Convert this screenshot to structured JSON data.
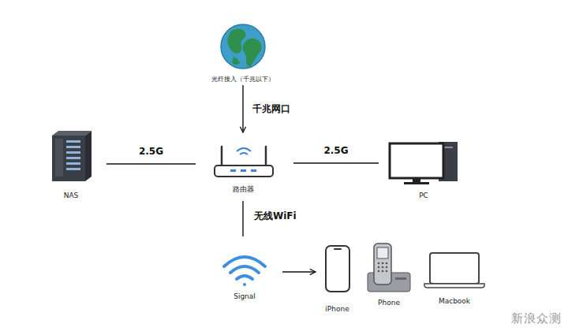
{
  "diagram": {
    "nodes": [
      {
        "text": [
          "光纤接入（千兆以下）"
        ]
      },
      {
        "text": [
          "NAS"
        ]
      },
      {
        "text": [
          "路由器"
        ]
      },
      {
        "text": [
          "PC"
        ]
      },
      {
        "text": [
          "Signal"
        ]
      },
      {
        "text": [
          "iPhone"
        ]
      },
      {
        "text": [
          "Phone"
        ]
      },
      {
        "text": [
          "Macbook"
        ]
      }
    ],
    "edges": [
      {
        "from": 0,
        "to": 2,
        "arrow": "to",
        "label": "千兆网口"
      },
      {
        "from": 1,
        "to": 2,
        "arrow": "none",
        "label": "2.5G"
      },
      {
        "from": 2,
        "to": 3,
        "arrow": "none",
        "label": "2.5G"
      },
      {
        "from": 2,
        "to": 4,
        "arrow": "none",
        "label": "无线WiFi"
      },
      {
        "from": 4,
        "to": 5,
        "arrow": "to"
      }
    ],
    "labels": [
      "新浪众测"
    ]
  }
}
